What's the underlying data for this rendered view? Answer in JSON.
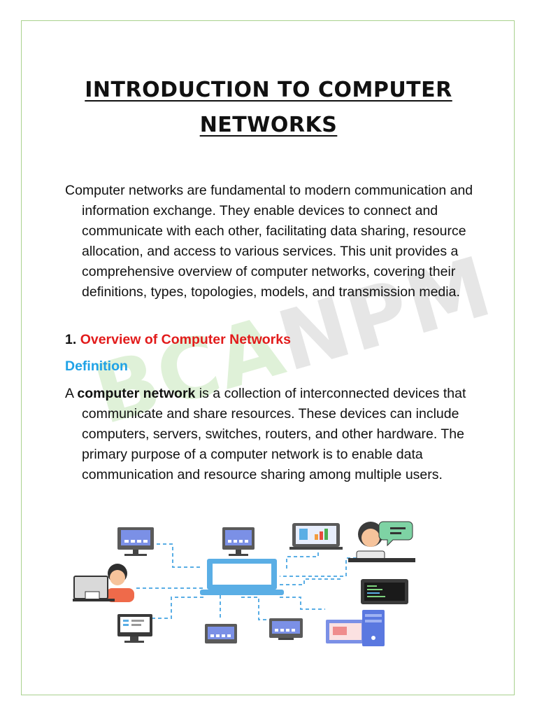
{
  "document": {
    "title_line1": "INTRODUCTION TO COMPUTER",
    "title_line2": "NETWORKS",
    "intro_paragraph": "Computer networks are fundamental to modern communication and information exchange. They enable devices to connect and communicate with each other, facilitating data sharing, resource allocation, and access to various services. This unit provides a comprehensive overview of computer networks, covering their definitions, types, topologies, models, and transmission media.",
    "section_1": {
      "number": "1.",
      "title": "Overview of Computer Networks"
    },
    "subsection": {
      "title": "Definition"
    },
    "definition_paragraph": {
      "lead": "A ",
      "term": "computer network",
      "rest": " is a collection of interconnected devices that communicate and share resources. These devices can include computers, servers, switches, routers, and other hardware. The primary purpose of a computer network is to enable data communication and resource sharing among multiple users."
    },
    "watermark": {
      "part1": "BCA",
      "part2": "NPM"
    }
  },
  "colors": {
    "border": "#a9d18e",
    "section_heading": "#e21b1b",
    "subsection_heading": "#1fa2e6",
    "network_line": "#5aaee5",
    "device_screen": "#7b90e6"
  }
}
